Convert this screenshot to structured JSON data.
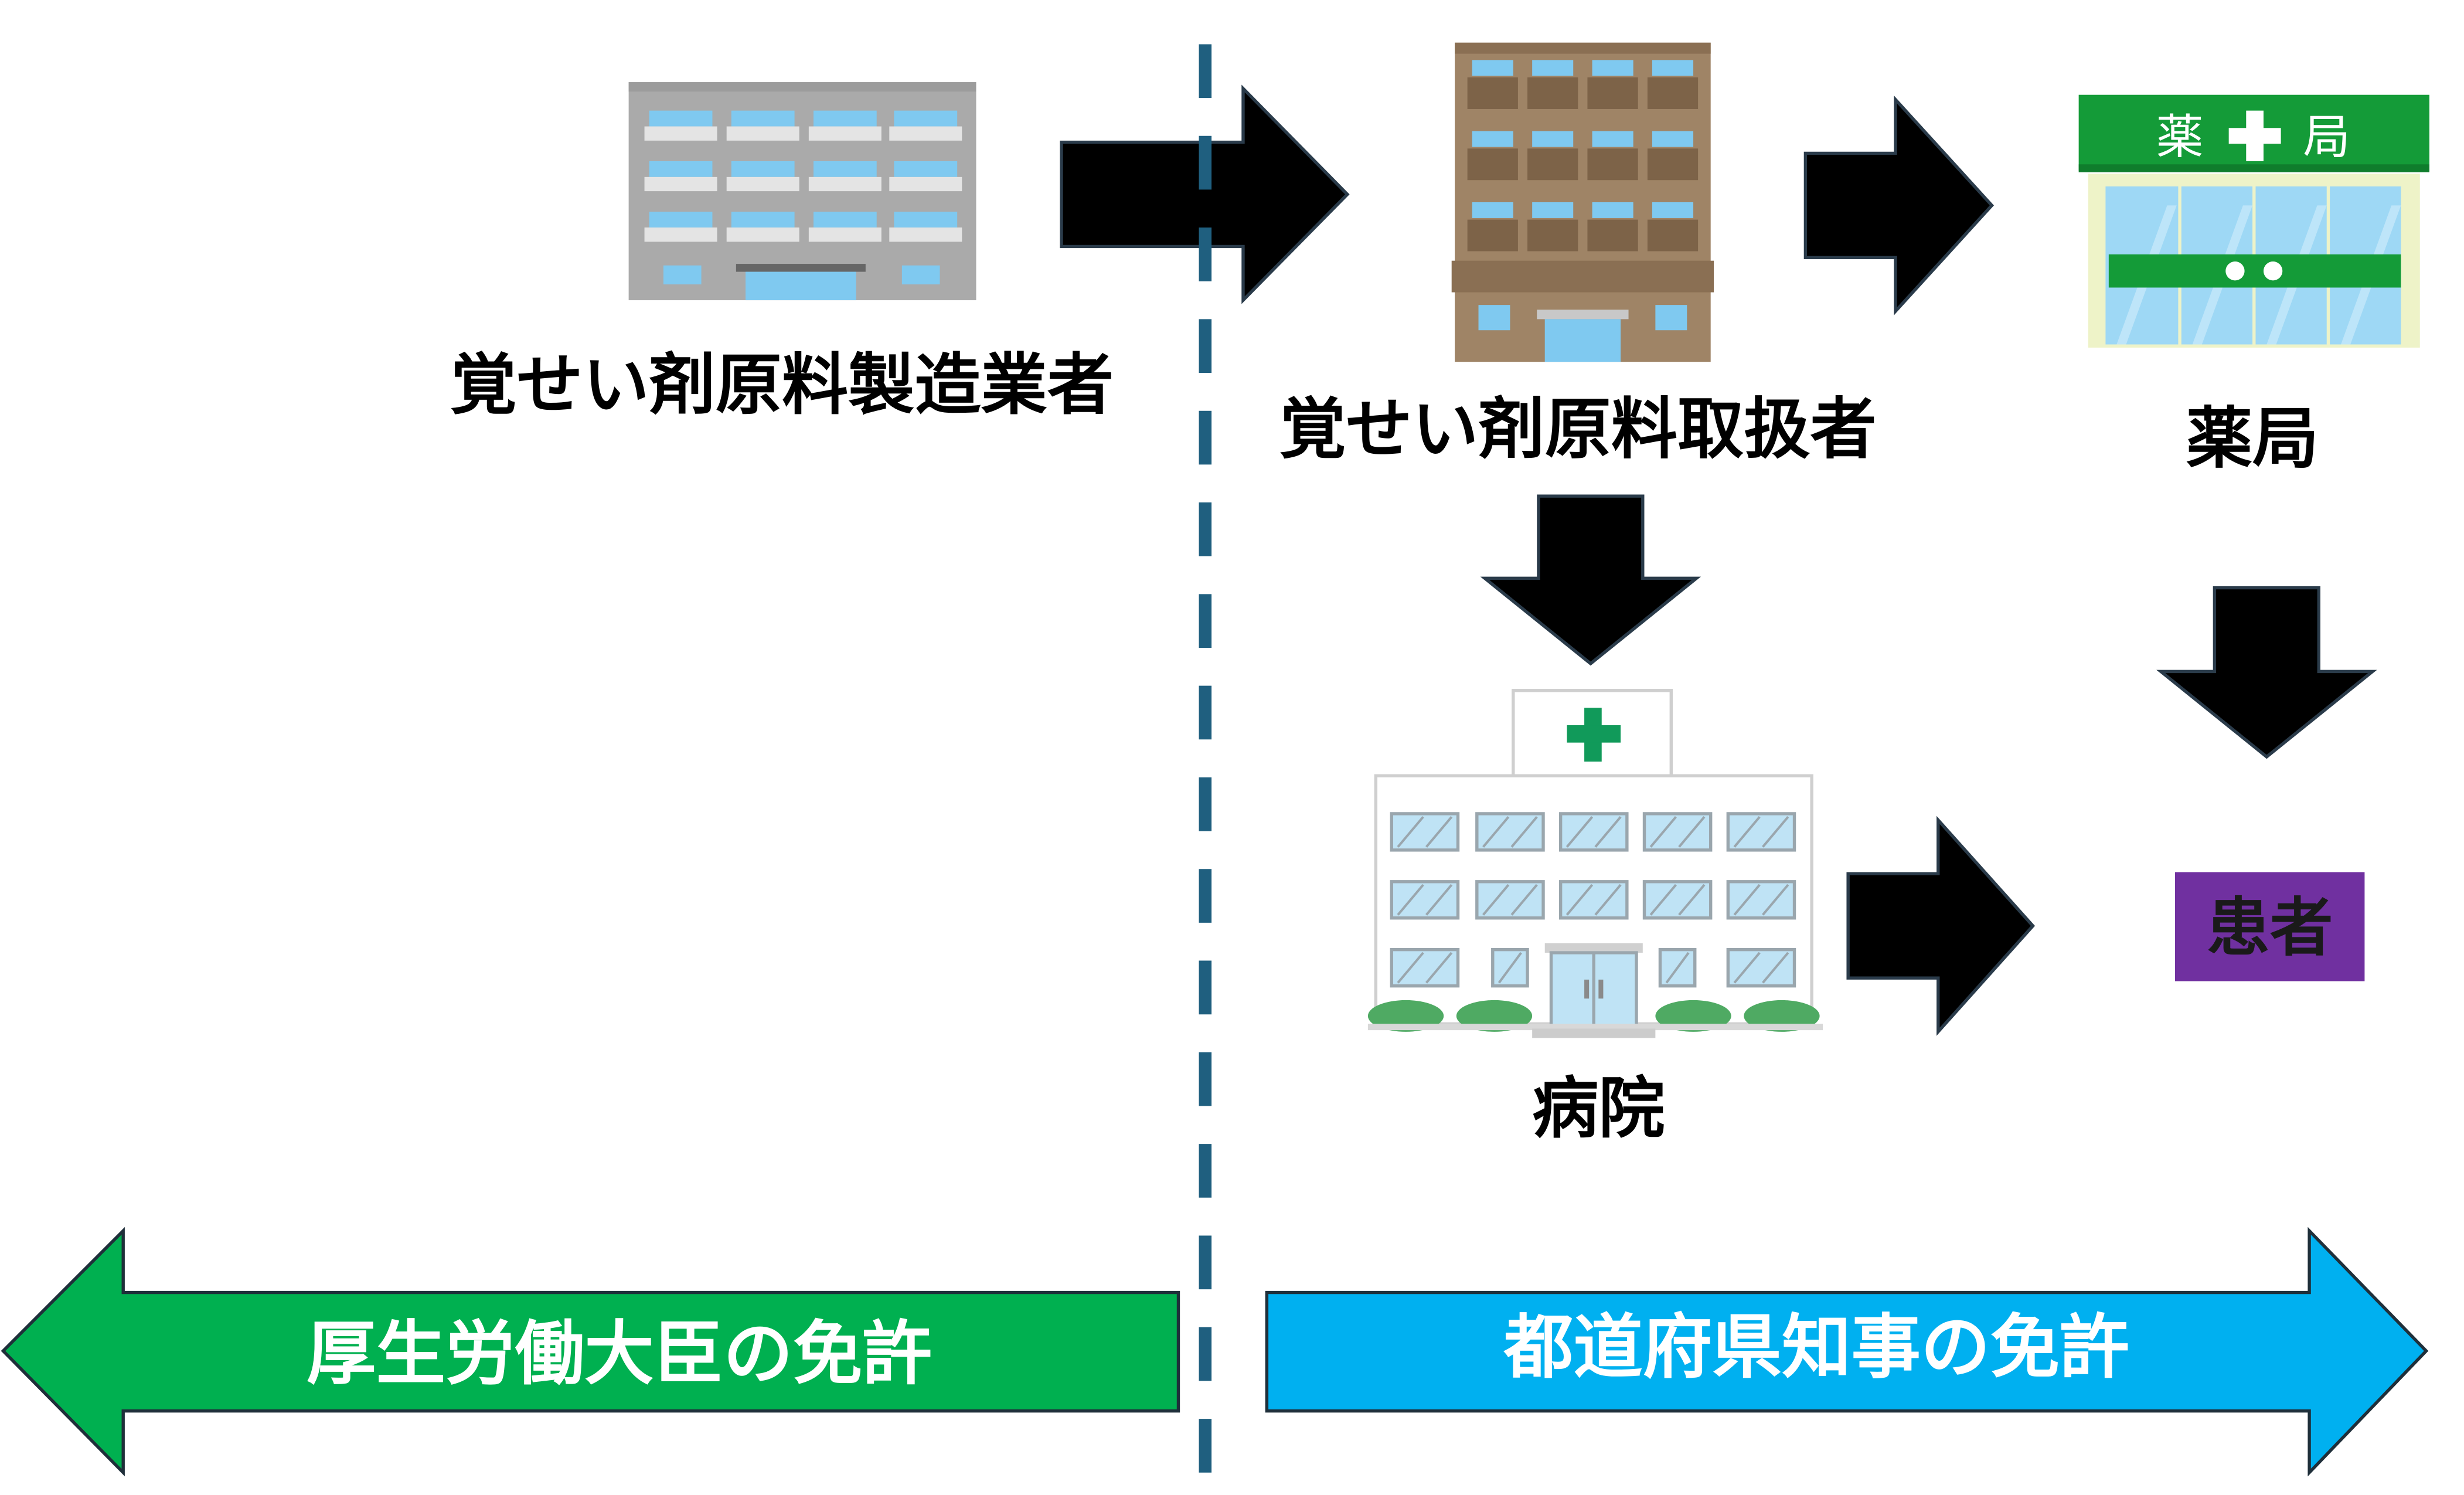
{
  "nodes": {
    "manufacturer": "覚せい剤原料製造業者",
    "handler": "覚せい剤原料取扱者",
    "pharmacy": "薬局",
    "hospital": "病院",
    "patient": "患者"
  },
  "pharmacy_sign": {
    "left": "薬",
    "right": "局"
  },
  "license_bands": {
    "national": "厚生労働大臣の免許",
    "prefectural": "都道府県知事の免許"
  },
  "colors": {
    "national_band": "#00b050",
    "prefectural_band": "#00b0f0",
    "patient_box": "#7030a0",
    "divider": "#1f5f7f",
    "pharmacy_green": "#149b38",
    "hospital_cross": "#119a5a"
  },
  "icons": {
    "manufacturer": "factory-building-icon",
    "handler": "brown-office-building-icon",
    "pharmacy": "pharmacy-storefront-icon",
    "hospital": "hospital-building-icon"
  }
}
